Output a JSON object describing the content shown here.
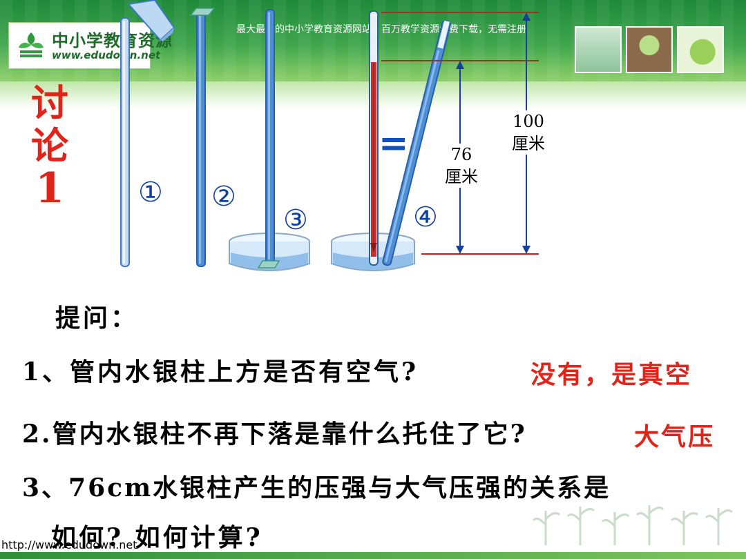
{
  "header": {
    "logo_text": "中小学教育资源",
    "logo_url": "www.edudown.net",
    "tagline": "最大最全的中小学教育资源网站，百万教学资源免费下载，无需注册"
  },
  "topic": {
    "line1": "讨",
    "line2": "论",
    "line3": "1"
  },
  "diagram": {
    "labels": [
      "①",
      "②",
      "③",
      "④"
    ],
    "equals": "=",
    "dim_76": {
      "value": "76",
      "unit": "厘米"
    },
    "dim_100": {
      "value": "100",
      "unit": "厘米"
    }
  },
  "questions": {
    "heading": "提问：",
    "q1": "1、管内水银柱上方是否有空气?",
    "a1": "没有，是真空",
    "q2": "2.管内水银柱不再下落是靠什么托住了它?",
    "a2": "大气压",
    "q3_line1": "3、76cm水银柱产生的压强与大气压强的关系是",
    "q3_line2": "如何? 如何计算?"
  },
  "footer": {
    "url": "http://www.edudown.net"
  },
  "colors": {
    "accent_red": "#e2231a",
    "banner_green": "#3fa64c",
    "tube_blue": "#3a78c8",
    "mercury_red": "#c83030"
  }
}
